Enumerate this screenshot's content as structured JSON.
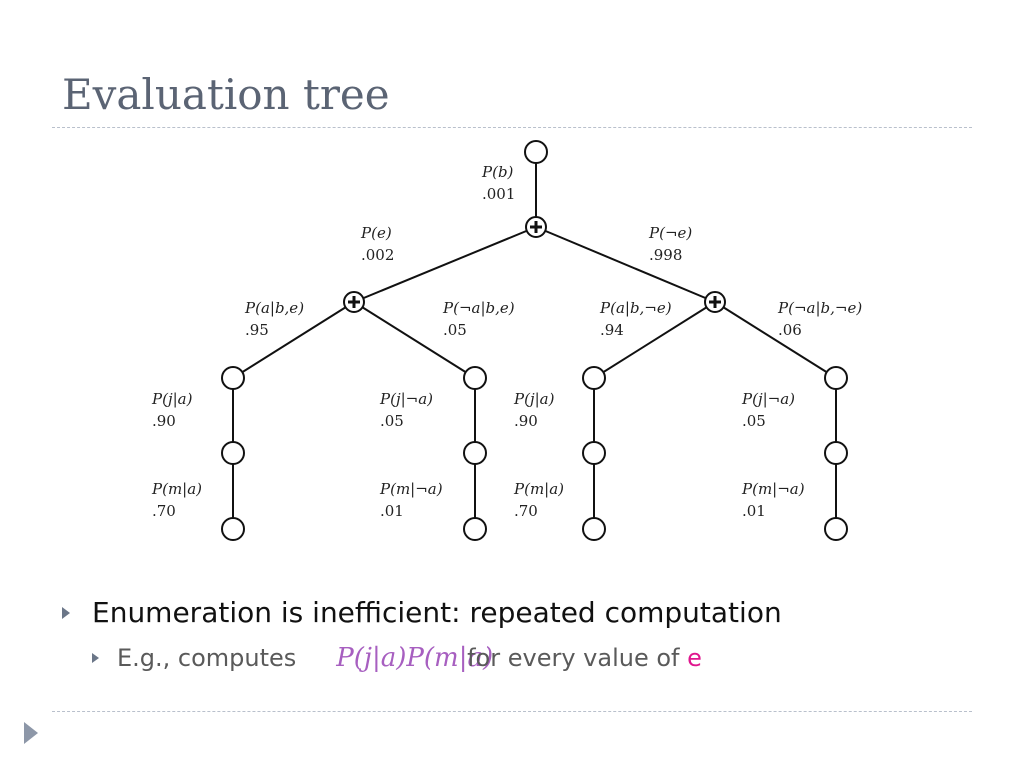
{
  "slide": {
    "title": "Evaluation tree",
    "bullet1": "Enumeration is inefficient: repeated computation",
    "bullet2_prefix": "E.g., computes",
    "bullet2_formula": "P(j|a)P(m|a)",
    "bullet2_suffix": "for every value of ",
    "bullet2_var": "e"
  },
  "tree": {
    "root": {
      "label": "P(b)",
      "value": ".001"
    },
    "left_branch": {
      "label": "P(e)",
      "value": ".002"
    },
    "right_branch": {
      "label": "P(¬e)",
      "value": ".998"
    },
    "ll": {
      "label": "P(a|b,e)",
      "value": ".95"
    },
    "lr": {
      "label": "P(¬a|b,e)",
      "value": ".05"
    },
    "rl": {
      "label": "P(a|b,¬e)",
      "value": ".94"
    },
    "rr": {
      "label": "P(¬a|b,¬e)",
      "value": ".06"
    },
    "j1": {
      "label": "P(j|a)",
      "value": ".90"
    },
    "j2": {
      "label": "P(j|¬a)",
      "value": ".05"
    },
    "j3": {
      "label": "P(j|a)",
      "value": ".90"
    },
    "j4": {
      "label": "P(j|¬a)",
      "value": ".05"
    },
    "m1": {
      "label": "P(m|a)",
      "value": ".70"
    },
    "m2": {
      "label": "P(m|¬a)",
      "value": ".01"
    },
    "m3": {
      "label": "P(m|a)",
      "value": ".70"
    },
    "m4": {
      "label": "P(m|¬a)",
      "value": ".01"
    }
  },
  "colors": {
    "title": "#5b6474",
    "formula": "#a75fc0",
    "variable": "#e0168e"
  }
}
